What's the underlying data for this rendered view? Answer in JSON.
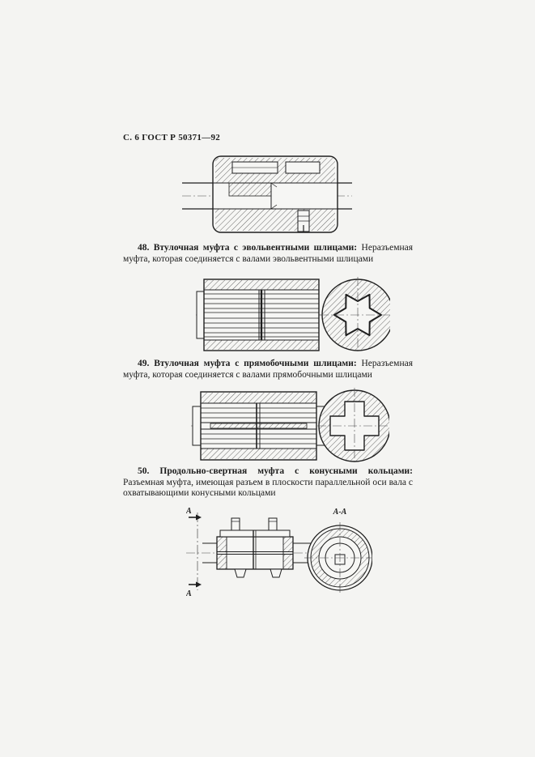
{
  "page": {
    "header": "С. 6 ГОСТ Р 50371—92"
  },
  "entries": [
    {
      "number": "48.",
      "term": "Втулочная муфта с эвольвентными шлицами:",
      "definition": "Неразъемная муфта, которая соединяется с валами эвольвентными шлицами"
    },
    {
      "number": "49.",
      "term": "Втулочная муфта с прямобочными шлицами:",
      "definition": "Неразъемная муфта, которая соединяется с валами прямобочными шлицами"
    },
    {
      "number": "50.",
      "term": "Продольно-свертная муфта с конусными кольцами:",
      "definition": "Разъемная муфта, имеющая разъем в плоскости параллельной оси вала с охватывающими конусными кольцами"
    }
  ],
  "figures": {
    "fig4": {
      "section_label": "А-А",
      "cut_label": "А"
    }
  }
}
